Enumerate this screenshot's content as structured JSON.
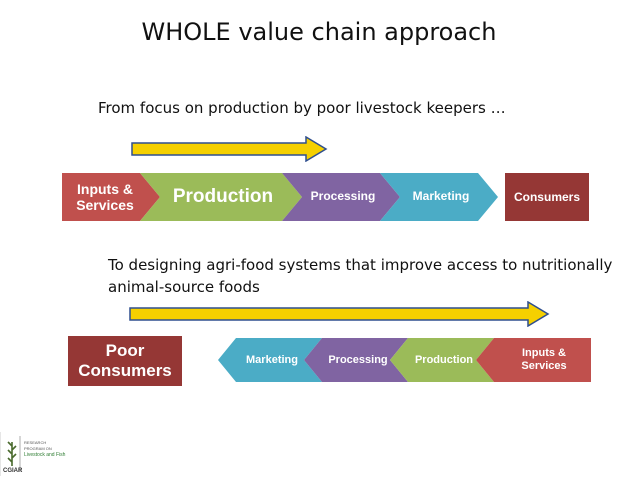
{
  "title": "WHOLE value chain approach",
  "top": {
    "caption": "From focus on production by poor livestock keepers …",
    "chain": [
      "Inputs & Services",
      "Production",
      "Processing",
      "Marketing"
    ],
    "consumers": "Consumers"
  },
  "bottom": {
    "caption_line1": "To designing agri-food systems that improve access to nutritionally",
    "caption_line2": "animal-source foods",
    "poor_consumers": "Poor Consumers",
    "chain": [
      "Marketing",
      "Processing",
      "Production",
      "Inputs & Services"
    ]
  },
  "logo": {
    "org": "CGIAR",
    "program_line1": "RESEARCH",
    "program_line2": "PROGRAM ON",
    "program_line3": "Livestock and Fish"
  },
  "colors": {
    "red": "#c0504d",
    "green": "#9bbb59",
    "purple": "#8064a2",
    "blue": "#4bacc6",
    "darkred": "#953735",
    "arrow_fill": "#f5d000",
    "arrow_stroke": "#2f4f8f"
  }
}
